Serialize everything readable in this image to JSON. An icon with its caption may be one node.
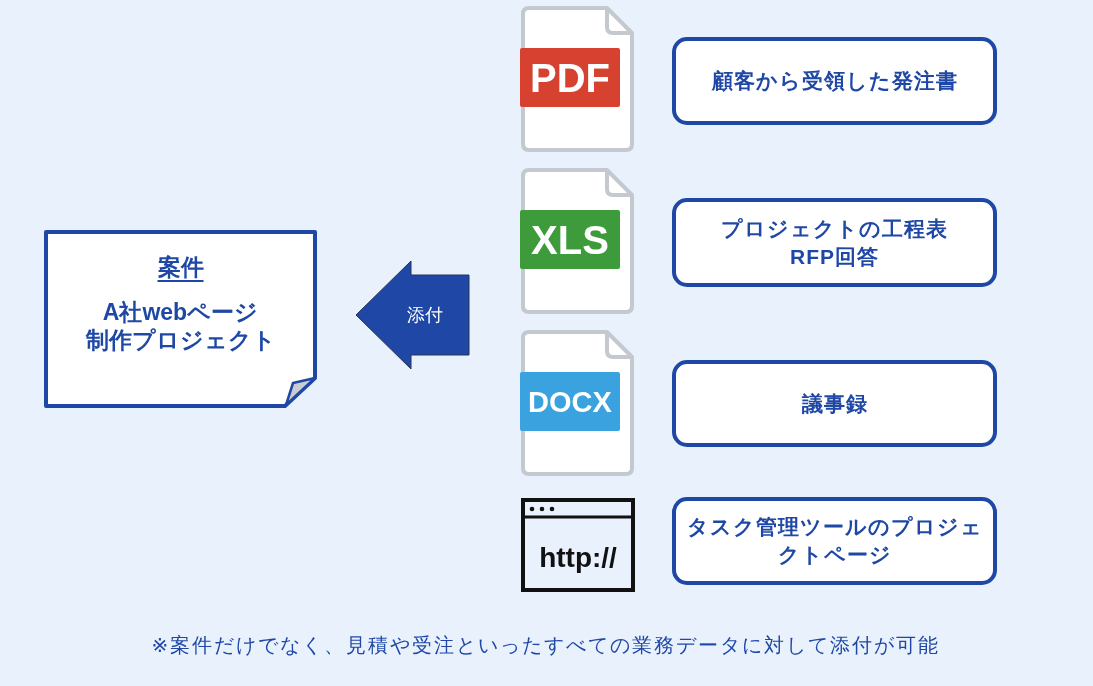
{
  "diagram": {
    "nodes": [
      {
        "text": [
          "案件",
          "A社webページ制作プロジェクト"
        ]
      },
      {
        "text": [
          "添付"
        ]
      },
      {
        "text": [
          "PDF"
        ]
      },
      {
        "text": [
          "顧客から受領した発注書"
        ]
      },
      {
        "text": [
          "XLS"
        ]
      },
      {
        "text": [
          "プロジェクトの工程表",
          "RFP回答"
        ]
      },
      {
        "text": [
          "DOCX"
        ]
      },
      {
        "text": [
          "議事録"
        ]
      },
      {
        "text": [
          "http://"
        ]
      },
      {
        "text": [
          "タスク管理ツールのプロジェクトページ"
        ]
      }
    ],
    "labels": [
      "※案件だけでなく、見積や受注といったすべての業務データに対して添付が可能"
    ]
  }
}
